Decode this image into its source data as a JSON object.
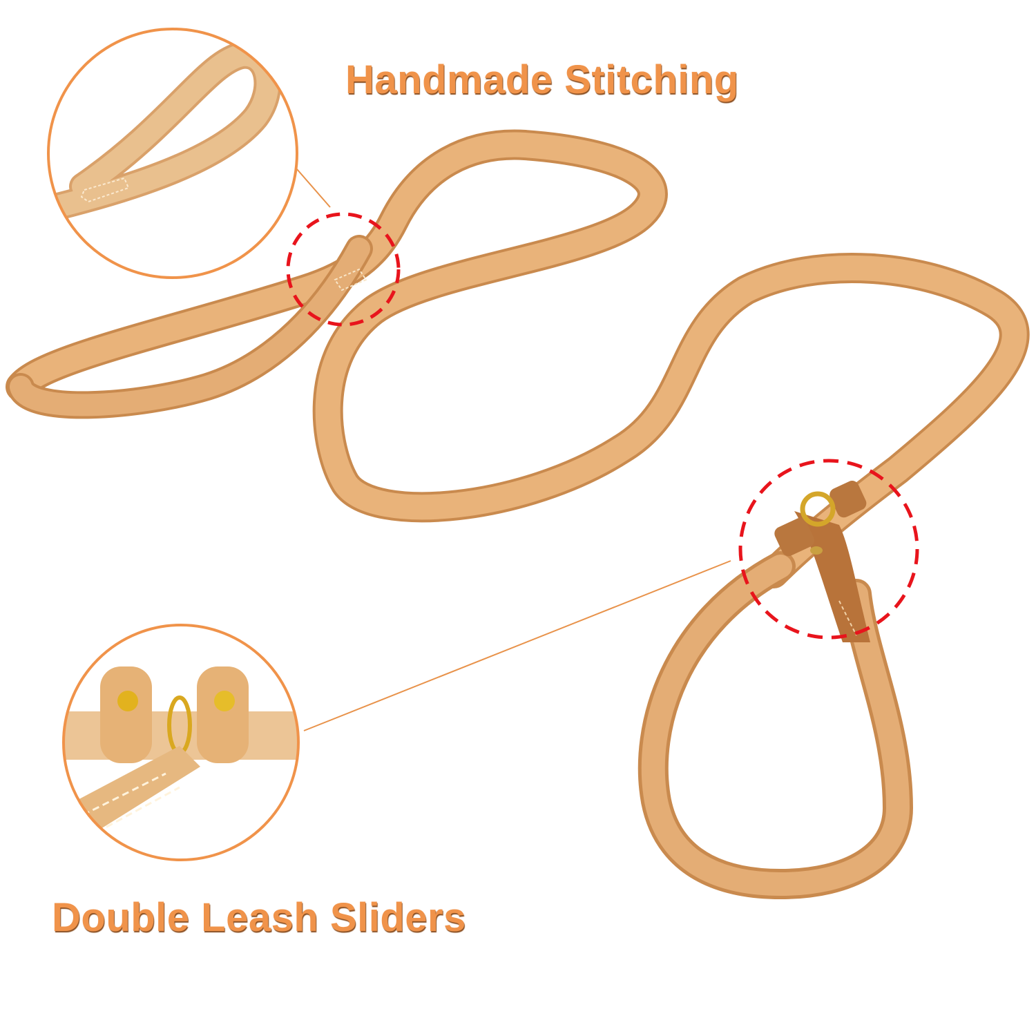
{
  "image": {
    "subject": "leather dog slip leash with callouts",
    "callouts": [
      {
        "label": "Handmade Stitching",
        "position": "top"
      },
      {
        "label": "Double Leash Sliders",
        "position": "bottom-left"
      }
    ]
  },
  "colors": {
    "label_text": "#f0934a",
    "callout_ring": "#f0934a",
    "dashed_marker": "#e8141c",
    "leather_light": "#e9b37a",
    "leather_dark": "#c98a4e",
    "leather_edge": "#d9a06a",
    "brass": "#d4a62a"
  }
}
